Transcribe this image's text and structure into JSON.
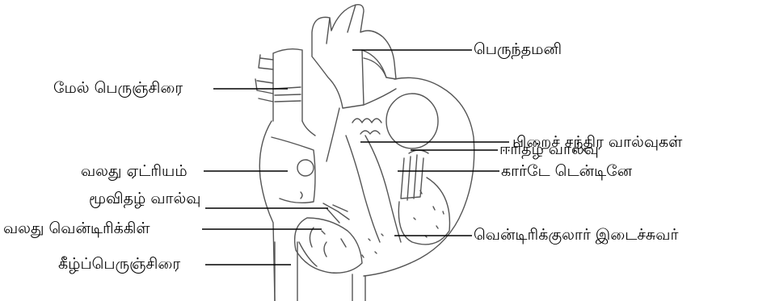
{
  "labels": {
    "aorta": "பெருந்தமனி",
    "superior_vena_cava": "மேல் பெருஞ்சிரை",
    "semilunar_valves": "பிறைச் சந்திர வால்வுகள்",
    "bicuspid_valve": "ஈரிதழ் வால்வு",
    "chordae_tendineae": "கார்டே டென்டினே",
    "right_atrium": "வலது ஏட்ரியம்",
    "tricuspid_valve": "மூவிதழ் வால்வு",
    "right_ventricle": "வலது வென்டிரிக்கிள்",
    "interventricular_septum": "வென்டிரிக்குலார் இடைச்சுவர்",
    "inferior_vena_cava": "கீழ்ப்பெருஞ்சிரை"
  }
}
